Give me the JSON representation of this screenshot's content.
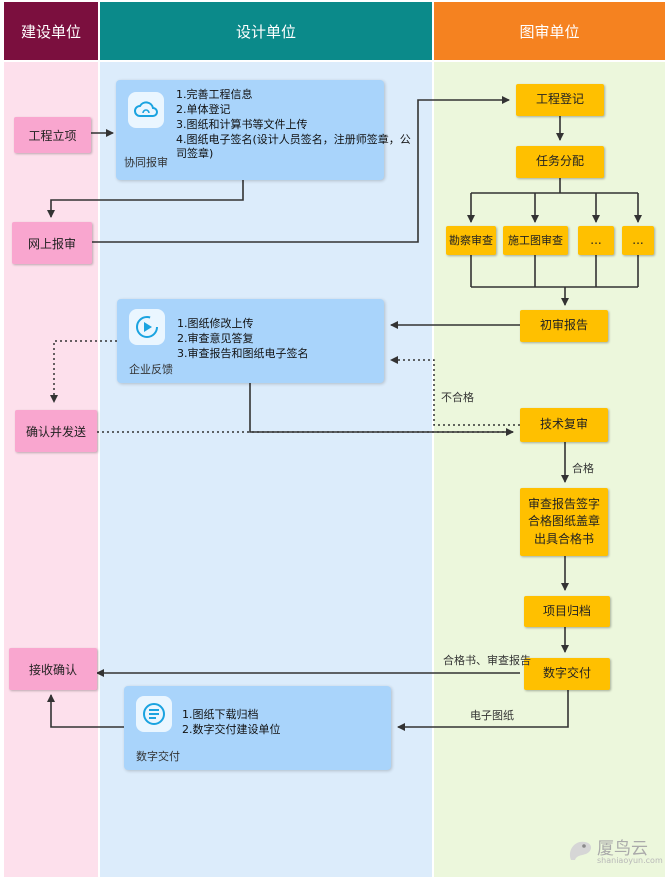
{
  "lanes": {
    "construction": {
      "title": "建设单位",
      "color": "#7b0f3e"
    },
    "design": {
      "title": "设计单位",
      "color": "#0b8a8a"
    },
    "review": {
      "title": "图审单位",
      "color": "#f58220"
    }
  },
  "construction_nodes": {
    "project_setup": "工程立项",
    "online_submit": "网上报审",
    "confirm_send": "确认并发送",
    "receive_confirm": "接收确认"
  },
  "design_panels": {
    "collab": {
      "label": "协同报审",
      "lines": [
        "1.完善工程信息",
        "2.单体登记",
        "3.图纸和计算书等文件上传",
        "4.图纸电子签名(设计人员签名，注册师签章，公",
        "司签章)"
      ]
    },
    "feedback": {
      "label": "企业反馈",
      "lines": [
        "1.图纸修改上传",
        "2.审查意见答复",
        "3.审查报告和图纸电子签名"
      ]
    },
    "delivery": {
      "label": "数字交付",
      "lines": [
        "1.图纸下载归档",
        "2.数字交付建设单位"
      ]
    }
  },
  "review_nodes": {
    "register": "工程登记",
    "assign": "任务分配",
    "survey_review": "勘察审查",
    "construction_review": "施工图审查",
    "more1": "...",
    "more2": "...",
    "initial_report": "初审报告",
    "tech_recheck": "技术复审",
    "sign_lines": [
      "审查报告签字",
      "合格图纸盖章",
      "出具合格书"
    ],
    "archive": "项目归档",
    "digital_delivery": "数字交付"
  },
  "edge_labels": {
    "fail": "不合格",
    "pass": "合格",
    "cert_report": "合格书、审查报告",
    "e_drawings": "电子图纸"
  },
  "watermark": {
    "text": "厦鸟云",
    "url": "shaniaoyun.com"
  }
}
